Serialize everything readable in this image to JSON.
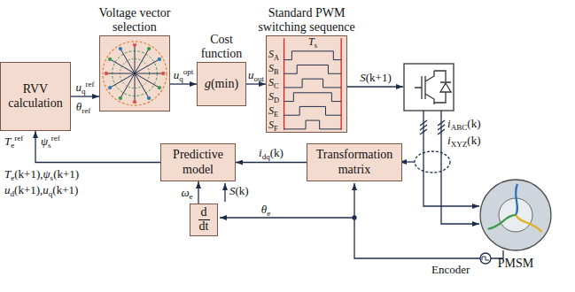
{
  "diagram": {
    "nodes": [
      {
        "text": [
          "RVV calculation"
        ]
      },
      {
        "text": [
          "Voltage vector selection"
        ]
      },
      {
        "text": [
          "Cost function",
          "g(min)"
        ]
      },
      {
        "text": [
          "Standard PWM switching sequence"
        ]
      },
      {
        "text": [
          "PMSM"
        ]
      },
      {
        "text": [
          "Transformation matrix"
        ]
      },
      {
        "text": [
          "Predictive model"
        ]
      },
      {
        "text": [
          "d",
          "dt"
        ]
      }
    ],
    "edges": [
      {
        "from": 0,
        "to": 1,
        "arrow": "to",
        "label": "uqref"
      },
      {
        "from": 1,
        "to": 2,
        "arrow": "to",
        "label": "uqopt"
      },
      {
        "from": 2,
        "to": 3,
        "arrow": "to",
        "label": "uout"
      },
      {
        "from": 5,
        "to": 6,
        "arrow": "to",
        "label": "idq(k)"
      },
      {
        "from": 7,
        "to": 6,
        "arrow": "to",
        "label": "ωe"
      },
      {
        "from": 6,
        "to": 0,
        "arrow": "to"
      }
    ],
    "labels": [
      "Teref",
      "ψsref",
      "Te(k+1),ψs(k+1)",
      "ud(k+1),uq(k+1)",
      "θref",
      "Ts",
      "SA",
      "SB",
      "SC",
      "SD",
      "SE",
      "SF",
      "S(k+1)",
      "iABC(k)",
      "iXYZ(k)",
      "S(k)",
      "θe",
      "Encoder"
    ]
  }
}
